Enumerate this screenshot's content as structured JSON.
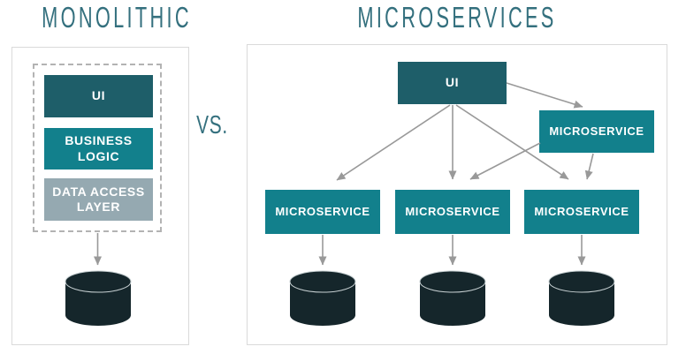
{
  "header": {
    "left_title": "MONOLITHIC",
    "versus_label": "VS.",
    "right_title": "MICROSERVICES"
  },
  "colors": {
    "dark_teal": "#1E5E69",
    "teal": "#12808C",
    "gray_teal": "#95A9B1",
    "database_dark": "#15262B",
    "arrow_gray": "#999999",
    "title_teal": "#34707E",
    "panel_border": "#DADADA",
    "dashed_border": "#B3B3B3",
    "box_text": "#FFFFFF"
  },
  "monolith_panel": {
    "layers": [
      {
        "label": "UI"
      },
      {
        "label": "BUSINESS LOGIC"
      },
      {
        "label": "DATA ACCESS LAYER"
      }
    ],
    "database_icon": "database-cylinder"
  },
  "microservices_panel": {
    "ui_label": "UI",
    "satellite_service": {
      "label": "MICROSERVICE"
    },
    "row_services": [
      {
        "label": "MICROSERVICE"
      },
      {
        "label": "MICROSERVICE"
      },
      {
        "label": "MICROSERVICE"
      }
    ],
    "database_icon": "database-cylinder"
  }
}
